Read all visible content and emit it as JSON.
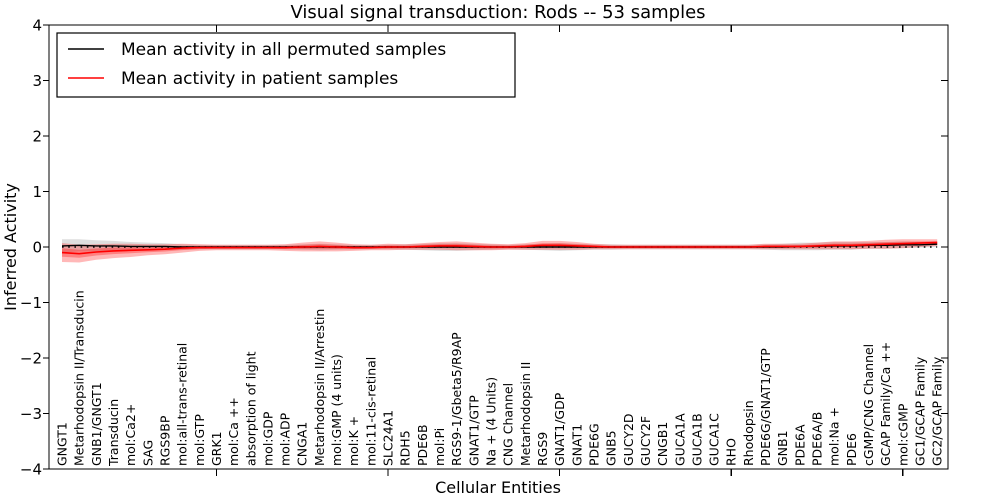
{
  "chart_data": {
    "type": "line",
    "title": "Visual signal transduction: Rods -- 53 samples",
    "xlabel": "Cellular Entities",
    "ylabel": "Inferred Activity",
    "ylim": [
      -4,
      4
    ],
    "yticks": [
      -4,
      -3,
      -2,
      -1,
      0,
      1,
      2,
      3,
      4
    ],
    "xticks": [
      10,
      20,
      30,
      40,
      50
    ],
    "grid": false,
    "legend_position": "upper left",
    "zero_reference_line": {
      "y": 0,
      "style": "dotted",
      "color": "#000000"
    },
    "categories": [
      "GNGT1",
      "Metarhodopsin II/Transducin",
      "GNB1/GNGT1",
      "Transducin",
      "mol:Ca2+",
      "SAG",
      "RGS9BP",
      "mol:all-trans-retinal",
      "mol:GTP",
      "GRK1",
      "mol:Ca ++",
      "absorption of light",
      "mol:GDP",
      "mol:ADP",
      "CNGA1",
      "Metarhodopsin II/Arrestin",
      "mol:GMP (4 units)",
      "mol:K +",
      "mol:11-cis-retinal",
      "SLC24A1",
      "RDH5",
      "PDE6B",
      "mol:Pi",
      "RGS9-1/Gbeta5/R9AP",
      "GNAT1/GTP",
      "Na + (4 Units)",
      "CNG Channel",
      "Metarhodopsin II",
      "RGS9",
      "GNAT1/GDP",
      "GNAT1",
      "PDE6G",
      "GNB5",
      "GUCY2D",
      "GUCY2F",
      "CNGB1",
      "GUCA1A",
      "GUCA1B",
      "GUCA1C",
      "RHO",
      "Rhodopsin",
      "PDE6G/GNAT1/GTP",
      "GNB1",
      "PDE6A",
      "PDE6A/B",
      "mol:Na +",
      "PDE6",
      "cGMP/CNG Channel",
      "GCAP Family/Ca ++",
      "mol:cGMP",
      "GC1/GCAP Family",
      "GC2/GCAP Family"
    ],
    "series": [
      {
        "name": "Mean activity in all permuted samples",
        "color": "#000000",
        "band_color": "rgba(0,0,0,0.13)",
        "values": [
          0.02,
          0.03,
          0.02,
          0.02,
          0.01,
          0.01,
          0.01,
          0.0,
          0.0,
          0.0,
          0.0,
          0.0,
          0.0,
          0.0,
          0.0,
          0.0,
          0.0,
          0.0,
          0.0,
          0.0,
          0.0,
          0.0,
          0.0,
          0.0,
          0.0,
          0.0,
          0.0,
          0.0,
          0.0,
          0.0,
          0.0,
          0.0,
          0.0,
          0.0,
          0.0,
          0.0,
          0.0,
          0.0,
          0.0,
          0.0,
          0.0,
          0.0,
          0.0,
          0.01,
          0.01,
          0.02,
          0.02,
          0.03,
          0.03,
          0.04,
          0.04,
          0.05
        ],
        "band_halfwidth": [
          0.12,
          0.11,
          0.1,
          0.09,
          0.08,
          0.07,
          0.06,
          0.05,
          0.04,
          0.04,
          0.04,
          0.04,
          0.04,
          0.04,
          0.05,
          0.06,
          0.05,
          0.04,
          0.04,
          0.04,
          0.05,
          0.06,
          0.07,
          0.07,
          0.06,
          0.05,
          0.04,
          0.05,
          0.06,
          0.07,
          0.06,
          0.05,
          0.05,
          0.04,
          0.04,
          0.04,
          0.04,
          0.04,
          0.04,
          0.04,
          0.04,
          0.05,
          0.06,
          0.07,
          0.07,
          0.07,
          0.07,
          0.06,
          0.06,
          0.06,
          0.05,
          0.05
        ]
      },
      {
        "name": "Mean activity in patient samples",
        "color": "#ff0000",
        "band_color": "rgba(255,0,0,0.28)",
        "values": [
          -0.1,
          -0.12,
          -0.09,
          -0.07,
          -0.06,
          -0.05,
          -0.04,
          -0.02,
          -0.01,
          -0.01,
          -0.01,
          -0.01,
          -0.01,
          -0.01,
          0.0,
          0.01,
          0.0,
          -0.01,
          -0.01,
          0.0,
          0.0,
          0.01,
          0.02,
          0.02,
          0.01,
          0.0,
          0.0,
          0.01,
          0.03,
          0.03,
          0.02,
          0.01,
          0.0,
          0.0,
          0.0,
          0.0,
          0.0,
          0.0,
          0.0,
          0.0,
          0.0,
          0.01,
          0.01,
          0.01,
          0.02,
          0.03,
          0.03,
          0.04,
          0.05,
          0.06,
          0.07,
          0.08
        ],
        "band_halfwidth": [
          0.17,
          0.16,
          0.14,
          0.13,
          0.12,
          0.1,
          0.09,
          0.08,
          0.06,
          0.05,
          0.05,
          0.05,
          0.05,
          0.06,
          0.08,
          0.09,
          0.08,
          0.06,
          0.05,
          0.06,
          0.05,
          0.06,
          0.07,
          0.08,
          0.07,
          0.06,
          0.05,
          0.06,
          0.08,
          0.08,
          0.07,
          0.05,
          0.04,
          0.04,
          0.04,
          0.04,
          0.04,
          0.04,
          0.04,
          0.04,
          0.04,
          0.05,
          0.05,
          0.05,
          0.06,
          0.07,
          0.07,
          0.07,
          0.08,
          0.08,
          0.07,
          0.06
        ]
      }
    ]
  }
}
